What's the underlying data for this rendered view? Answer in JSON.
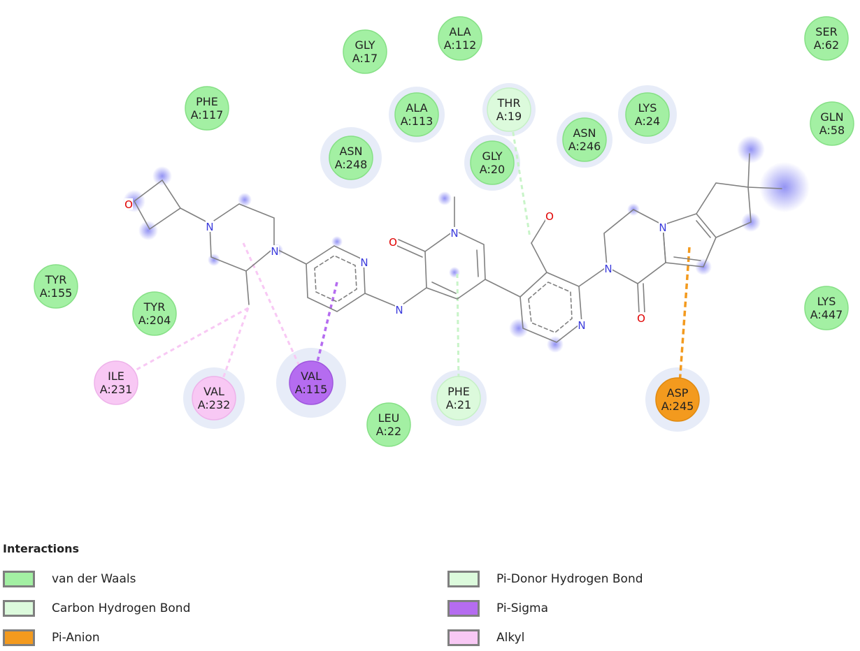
{
  "colors": {
    "vdw": "#a3f0a3",
    "vdw_stroke": "#7ad47a",
    "carbon_h": "#dcfadc",
    "pi_anion": "#f39a1e",
    "pi_sigma": "#b56cf0",
    "alkyl": "#f8c8f4",
    "bond": "#808080",
    "nitrogen": "#3b3bdc",
    "oxygen": "#e00000",
    "halo": "#e7ecf8",
    "atom_glow": "#7070f0"
  },
  "residues": [
    {
      "id": "gly17",
      "name": "GLY",
      "num": "A:17",
      "type": "vdw"
    },
    {
      "id": "ala112",
      "name": "ALA",
      "num": "A:112",
      "type": "vdw"
    },
    {
      "id": "ser62",
      "name": "SER",
      "num": "A:62",
      "type": "vdw"
    },
    {
      "id": "phe117",
      "name": "PHE",
      "num": "A:117",
      "type": "vdw"
    },
    {
      "id": "ala113",
      "name": "ALA",
      "num": "A:113",
      "type": "vdw"
    },
    {
      "id": "thr19",
      "name": "THR",
      "num": "A:19",
      "type": "carbon_h"
    },
    {
      "id": "lys24",
      "name": "LYS",
      "num": "A:24",
      "type": "vdw"
    },
    {
      "id": "gln58",
      "name": "GLN",
      "num": "A:58",
      "type": "vdw"
    },
    {
      "id": "asn248",
      "name": "ASN",
      "num": "A:248",
      "type": "vdw"
    },
    {
      "id": "gly20",
      "name": "GLY",
      "num": "A:20",
      "type": "vdw"
    },
    {
      "id": "asn246",
      "name": "ASN",
      "num": "A:246",
      "type": "vdw"
    },
    {
      "id": "tyr155",
      "name": "TYR",
      "num": "A:155",
      "type": "vdw"
    },
    {
      "id": "tyr204",
      "name": "TYR",
      "num": "A:204",
      "type": "vdw"
    },
    {
      "id": "lys447",
      "name": "LYS",
      "num": "A:447",
      "type": "vdw"
    },
    {
      "id": "ile231",
      "name": "ILE",
      "num": "A:231",
      "type": "alkyl"
    },
    {
      "id": "val232",
      "name": "VAL",
      "num": "A:232",
      "type": "alkyl"
    },
    {
      "id": "val115",
      "name": "VAL",
      "num": "A:115",
      "type": "pi_sigma"
    },
    {
      "id": "phe21",
      "name": "PHE",
      "num": "A:21",
      "type": "carbon_h"
    },
    {
      "id": "leu22",
      "name": "LEU",
      "num": "A:22",
      "type": "vdw"
    },
    {
      "id": "asp245",
      "name": "ASP",
      "num": "A:245",
      "type": "pi_anion"
    }
  ],
  "atoms": {
    "o_oxetane": "O",
    "n_pip1": "N",
    "n_pip2": "N",
    "n_pyr1": "N",
    "n_amine": "N",
    "o_carbonyl1": "O",
    "n_pyridone": "N",
    "o_hydroxyl": "O",
    "n_pyr2": "N",
    "n_lactam": "N",
    "n_pyrrole": "N",
    "o_carbonyl2": "O"
  },
  "legend": {
    "title": "Interactions",
    "items": [
      {
        "label": "van der Waals",
        "type": "vdw"
      },
      {
        "label": "Pi-Donor Hydrogen Bond",
        "type": "carbon_h"
      },
      {
        "label": "Carbon Hydrogen Bond",
        "type": "carbon_h"
      },
      {
        "label": "Pi-Sigma",
        "type": "pi_sigma"
      },
      {
        "label": "Pi-Anion",
        "type": "pi_anion"
      },
      {
        "label": "Alkyl",
        "type": "alkyl"
      }
    ]
  }
}
